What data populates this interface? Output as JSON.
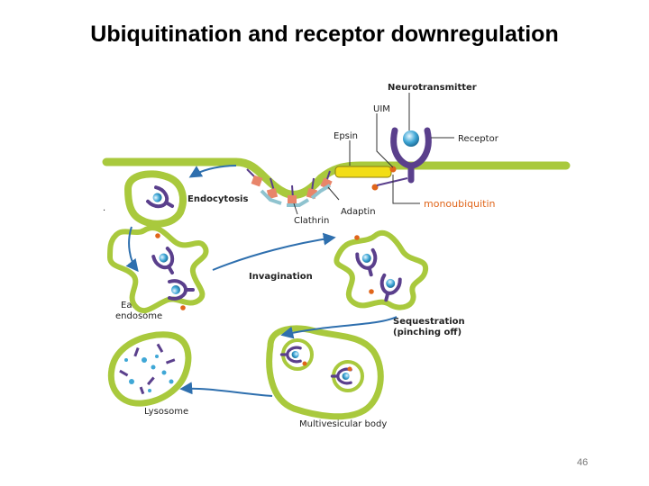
{
  "slide": {
    "title": "Ubiquitination and receptor downregulation",
    "page_number": "46"
  },
  "labels": {
    "neurotransmitter": "Neurotransmitter",
    "uim": "UIM",
    "epsin": "Epsin",
    "receptor": "Receptor",
    "endocytosis": "Endocytosis",
    "clathrin": "Clathrin",
    "adaptin": "Adaptin",
    "monoubiquitin": "monoubiquitin",
    "invagination": "Invagination",
    "early_endosome_1": "Early",
    "early_endosome_2": "endosome",
    "sequestration_1": "Sequestration",
    "sequestration_2": "(pinching off)",
    "lysosome": "Lysosome",
    "multivesicular_body": "Multivesicular body"
  },
  "colors": {
    "membrane": "#a9c93d",
    "receptor": "#5a3f8c",
    "ligand": "#3fa7d6",
    "ubiquitin": "#e0651a",
    "epsin": "#f2dd16",
    "clathrin": "#e8856a",
    "adaptin": "#8fc3cf",
    "arrow": "#2e6fae"
  }
}
